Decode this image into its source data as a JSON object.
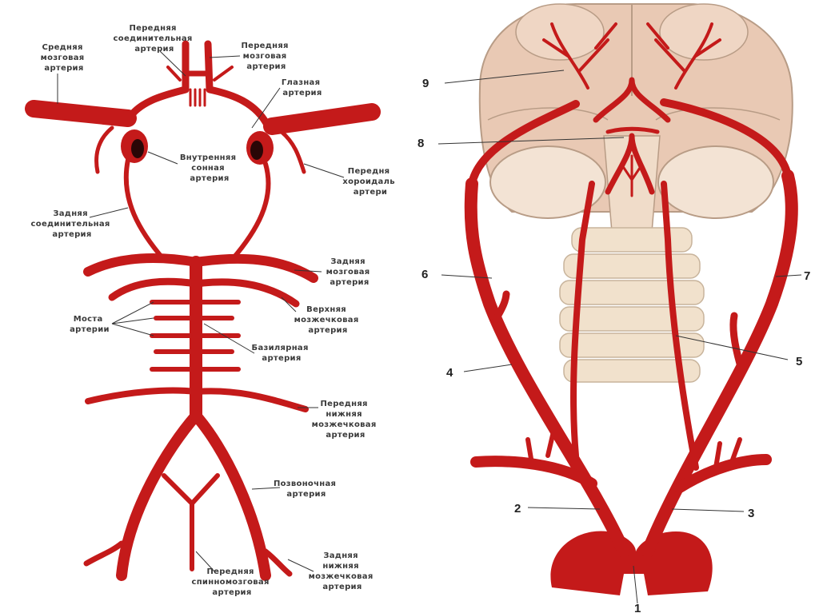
{
  "colors": {
    "artery": "#c41a1a",
    "brain": "#e9c9b4",
    "bone": "#f1e1cc",
    "outline": "#b89c86"
  },
  "left_labels": [
    {
      "id": "mca",
      "lines": [
        "Средняя",
        "мозговая",
        "артерия"
      ]
    },
    {
      "id": "acom",
      "lines": [
        "Передняя",
        "соединительная",
        "артерия"
      ]
    },
    {
      "id": "aca",
      "lines": [
        "Передняя",
        "мозговая",
        "артерия"
      ]
    },
    {
      "id": "ophth",
      "lines": [
        "Глазная",
        "артерия"
      ]
    },
    {
      "id": "ica",
      "lines": [
        "Внутренняя",
        "сонная",
        "артерия"
      ]
    },
    {
      "id": "achor",
      "lines": [
        "Передня",
        "хороидаль",
        "артери"
      ]
    },
    {
      "id": "pcom",
      "lines": [
        "Задняя",
        "соединительная",
        "артерия"
      ]
    },
    {
      "id": "pca",
      "lines": [
        "Задняя",
        "мозговая",
        "артерия"
      ]
    },
    {
      "id": "pont",
      "lines": [
        "Моста",
        "артерии"
      ]
    },
    {
      "id": "sca",
      "lines": [
        "Верхняя",
        "мозжечковая",
        "артерия"
      ]
    },
    {
      "id": "basil",
      "lines": [
        "Базилярная",
        "артерия"
      ]
    },
    {
      "id": "aica",
      "lines": [
        "Передняя",
        "нижняя",
        "мозжечковая",
        "артерия"
      ]
    },
    {
      "id": "vert",
      "lines": [
        "Позвоночная",
        "артерия"
      ]
    },
    {
      "id": "asa",
      "lines": [
        "Передняя",
        "спинномозговая",
        "артерия"
      ]
    },
    {
      "id": "pica",
      "lines": [
        "Задняя",
        "нижняя",
        "мозжечковая",
        "артерия"
      ]
    }
  ],
  "right_numbers": [
    "1",
    "2",
    "3",
    "4",
    "5",
    "6",
    "7",
    "8",
    "9"
  ]
}
